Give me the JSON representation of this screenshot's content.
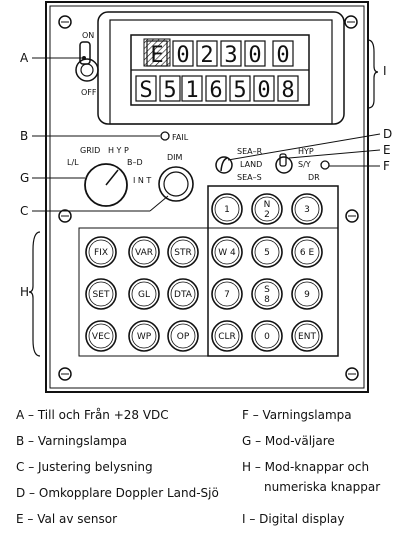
{
  "callouts": {
    "A": "A",
    "B": "B",
    "C": "C",
    "D": "D",
    "E": "E",
    "F": "F",
    "G": "G",
    "H": "H",
    "I": "I"
  },
  "switch": {
    "on": "ON",
    "off": "OFF"
  },
  "display": {
    "row1": [
      "E",
      "0",
      "2",
      "3",
      "0",
      "0"
    ],
    "row2": [
      "S",
      "5",
      "1",
      "6",
      "5",
      "0",
      "8"
    ]
  },
  "fail_label": "FAIL",
  "mode_selector": {
    "grid": "GRID",
    "hyp": "H Y P",
    "ll": "L/L",
    "bd": "B–D",
    "int": "I N T"
  },
  "dim_label": "DIM",
  "doppler": {
    "sear": "SEA–R",
    "land": "LAND",
    "seas": "SEA–S"
  },
  "sensor": {
    "hyp": "HYP",
    "sy": "S/Y",
    "dr": "DR"
  },
  "mode_keys": [
    "FIX",
    "VAR",
    "STR",
    "SET",
    "GL",
    "DTA",
    "VEC",
    "WP",
    "OP"
  ],
  "numeric_keys": [
    "1",
    "N 2",
    "3",
    "W 4",
    "5",
    "6 E",
    "7",
    "S 8",
    "9",
    "CLR",
    "0",
    "ENT"
  ],
  "legend": {
    "A": "A – Till och Från +28 VDC",
    "B": "B – Varningslampa",
    "C": "C – Justering belysning",
    "D": "D – Omkopplare Doppler Land-Sjö",
    "E": "E – Val av sensor",
    "F": "F – Varningslampa",
    "G": "G – Mod-väljare",
    "H1": "H – Mod-knappar och",
    "H2": "numeriska knappar",
    "I": "I – Digital display"
  },
  "colors": {
    "ink": "#111111",
    "panel": "#ffffff"
  }
}
